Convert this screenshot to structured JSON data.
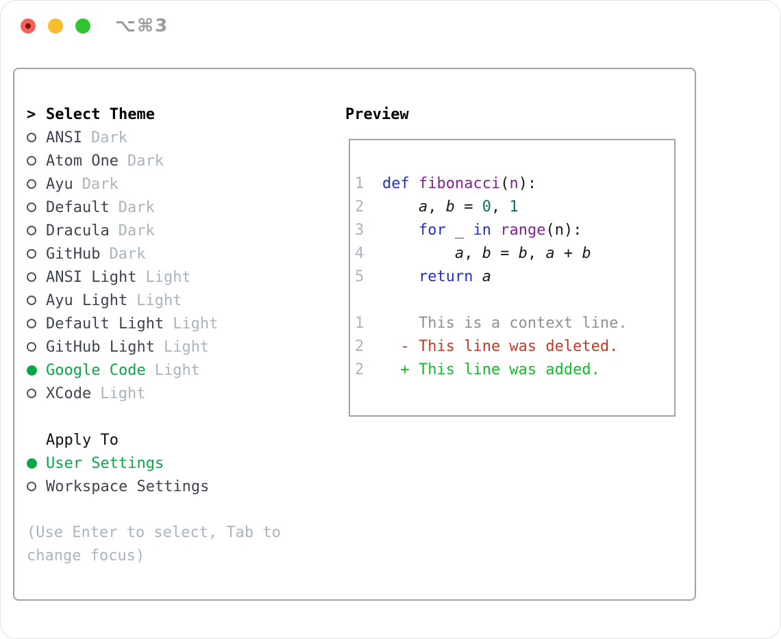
{
  "colors": {
    "border": "#9aa5b1",
    "header_text": "#000000",
    "item_text": "#3d4450",
    "muted": "#a9b4c0",
    "selected_green": "#0aa648",
    "context_gray": "#8a9096",
    "deleted_red": "#c03a28",
    "added_green": "#12bb28",
    "line_number": "#a9b4c0",
    "code_keyword": "#2231c4",
    "code_function": "#871f96",
    "code_number": "#0b6e66",
    "code_plain": "#15181c",
    "title_gray": "#9b9b9b",
    "traffic_red": "#f4615c",
    "traffic_red_dot": "#7f100a",
    "traffic_yellow": "#f7bd2e",
    "traffic_green": "#32c331"
  },
  "window": {
    "title": "⌥⌘3"
  },
  "theme_list": {
    "cursor": ">",
    "header": "Select Theme",
    "items": [
      {
        "name": "ANSI",
        "variant": "Dark",
        "selected": false
      },
      {
        "name": "Atom One",
        "variant": "Dark",
        "selected": false
      },
      {
        "name": "Ayu",
        "variant": "Dark",
        "selected": false
      },
      {
        "name": "Default",
        "variant": "Dark",
        "selected": false
      },
      {
        "name": "Dracula",
        "variant": "Dark",
        "selected": false
      },
      {
        "name": "GitHub",
        "variant": "Dark",
        "selected": false
      },
      {
        "name": "ANSI Light",
        "variant": "Light",
        "selected": false
      },
      {
        "name": "Ayu Light",
        "variant": "Light",
        "selected": false
      },
      {
        "name": "Default Light",
        "variant": "Light",
        "selected": false
      },
      {
        "name": "GitHub Light",
        "variant": "Light",
        "selected": false
      },
      {
        "name": "Google Code",
        "variant": "Light",
        "selected": true
      },
      {
        "name": "XCode",
        "variant": "Light",
        "selected": false
      }
    ]
  },
  "apply_to": {
    "header": "Apply To",
    "options": [
      {
        "name": "User Settings",
        "selected": true
      },
      {
        "name": "Workspace Settings",
        "selected": false
      }
    ]
  },
  "help_text": "(Use Enter to select, Tab to change focus)",
  "preview": {
    "header": "Preview",
    "code_lines": [
      {
        "num": "1",
        "tokens": [
          [
            "kw",
            "def"
          ],
          [
            "pl",
            " "
          ],
          [
            "fn",
            "fibonacci"
          ],
          [
            "pl",
            "("
          ],
          [
            "fn",
            "n"
          ],
          [
            "pl",
            "):"
          ]
        ]
      },
      {
        "num": "2",
        "tokens": [
          [
            "pl",
            "    "
          ],
          [
            "var",
            "a"
          ],
          [
            "pl",
            ", "
          ],
          [
            "var",
            "b"
          ],
          [
            "pl",
            " = "
          ],
          [
            "num",
            "0"
          ],
          [
            "pl",
            ", "
          ],
          [
            "num",
            "1"
          ]
        ]
      },
      {
        "num": "3",
        "tokens": [
          [
            "pl",
            "    "
          ],
          [
            "kw",
            "for"
          ],
          [
            "pl",
            " _ "
          ],
          [
            "kw",
            "in"
          ],
          [
            "pl",
            " "
          ],
          [
            "fn",
            "range"
          ],
          [
            "pl",
            "(n):"
          ]
        ]
      },
      {
        "num": "4",
        "tokens": [
          [
            "pl",
            "        "
          ],
          [
            "var",
            "a"
          ],
          [
            "pl",
            ", "
          ],
          [
            "var",
            "b"
          ],
          [
            "pl",
            " = "
          ],
          [
            "var",
            "b"
          ],
          [
            "pl",
            ", "
          ],
          [
            "var",
            "a"
          ],
          [
            "pl",
            " + "
          ],
          [
            "var",
            "b"
          ]
        ]
      },
      {
        "num": "5",
        "tokens": [
          [
            "pl",
            "    "
          ],
          [
            "kw",
            "return"
          ],
          [
            "pl",
            " "
          ],
          [
            "var",
            "a"
          ]
        ]
      }
    ],
    "diff_lines": [
      {
        "num": "1",
        "type": "context",
        "text": "    This is a context line."
      },
      {
        "num": "2",
        "type": "deleted",
        "text": "  - This line was deleted."
      },
      {
        "num": "2",
        "type": "added",
        "text": "  + This line was added."
      }
    ]
  }
}
